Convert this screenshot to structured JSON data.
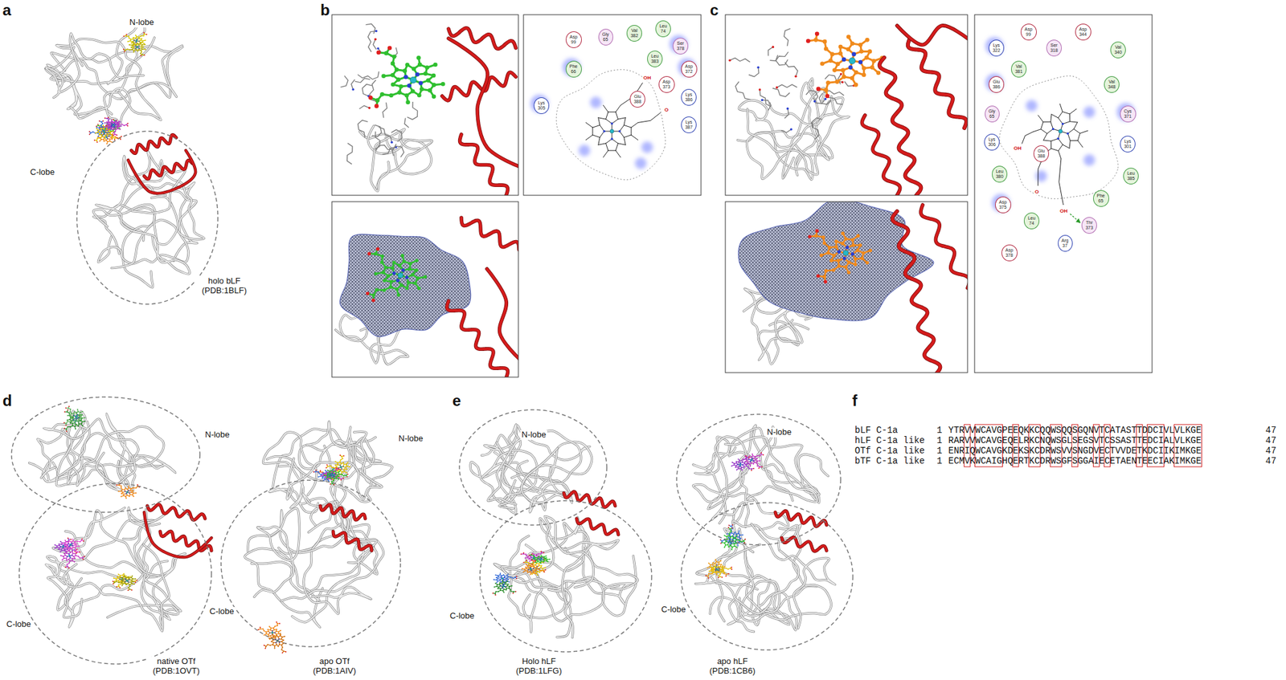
{
  "diagram": {
    "nodes": [
      {
        "text": [
          "Lys 305"
        ]
      },
      {
        "text": [
          "Asp 99"
        ]
      },
      {
        "text": [
          "Gly 65"
        ]
      },
      {
        "text": [
          "Val 382"
        ]
      },
      {
        "text": [
          "Leu 74"
        ]
      },
      {
        "text": [
          "Phe 66"
        ]
      },
      {
        "text": [
          "Ser 378"
        ]
      },
      {
        "text": [
          "Leu 383"
        ]
      },
      {
        "text": [
          "Asp 372"
        ]
      },
      {
        "text": [
          "Asp 373"
        ]
      },
      {
        "text": [
          "Lys 386"
        ]
      },
      {
        "text": [
          "Lys 387"
        ]
      },
      {
        "text": [
          "Glu 388"
        ]
      },
      {
        "text": [
          "Asp 99"
        ]
      },
      {
        "text": [
          "Asp 344"
        ]
      },
      {
        "text": [
          "Lys 322"
        ]
      },
      {
        "text": [
          "Ser 318"
        ]
      },
      {
        "text": [
          "Val 340"
        ]
      },
      {
        "text": [
          "Val 381"
        ]
      },
      {
        "text": [
          "Glu 386"
        ]
      },
      {
        "text": [
          "Val 348"
        ]
      },
      {
        "text": [
          "Gly 65"
        ]
      },
      {
        "text": [
          "Cys 371"
        ]
      },
      {
        "text": [
          "Lys 306"
        ]
      },
      {
        "text": [
          "Lys 301"
        ]
      },
      {
        "text": [
          "Glu 388"
        ]
      },
      {
        "text": [
          "Leu 380"
        ]
      },
      {
        "text": [
          "Leu 385"
        ]
      },
      {
        "text": [
          "Phe 65"
        ]
      },
      {
        "text": [
          "Asp 375"
        ]
      },
      {
        "text": [
          "Leu 74"
        ]
      },
      {
        "text": [
          "Thr 373"
        ]
      },
      {
        "text": [
          "Arg 37"
        ]
      },
      {
        "text": [
          "Asp 378"
        ]
      }
    ],
    "labels": [
      "a",
      "N-lobe",
      "C-lobe",
      "holo bLF (PDB:1BLF)",
      "b",
      "OH",
      "O",
      "c",
      "OH",
      "O",
      "OH",
      "d",
      "N-lobe",
      "C-lobe",
      "native OTf (PDB:1OVT)",
      "N-lobe",
      "C-lobe",
      "apo OTf (PDB:1AIV)",
      "e",
      "N-lobe",
      "C-lobe",
      "Holo hLF (PDB:1LFG)",
      "N-lobe",
      "C-lobe",
      "apo hLF (PDB:1CB6)",
      "f",
      "bLF C-1a",
      "1",
      "YTRVVWCAVGPEEQKKCQQWSQQSGQNVTCATASTTDDCIVLVLKGE",
      "47",
      "hLF C-1a like",
      "1",
      "RARVVWCAVGEQELRKCNQWSGLSEGSVTCSSASTTEDCIALVLKGE",
      "47",
      "OTf C-1a like",
      "1",
      "ENRIQWCAVGKDEKSKCDRWSVVSNGDVECTVVDETKDCIIKIMKGE",
      "47",
      "bTF C-1a like",
      "1",
      "ECMVKWCAIGHQERTKCDRWSGFSGGAIECETAENTEECIAKIMKGE",
      "47"
    ]
  }
}
